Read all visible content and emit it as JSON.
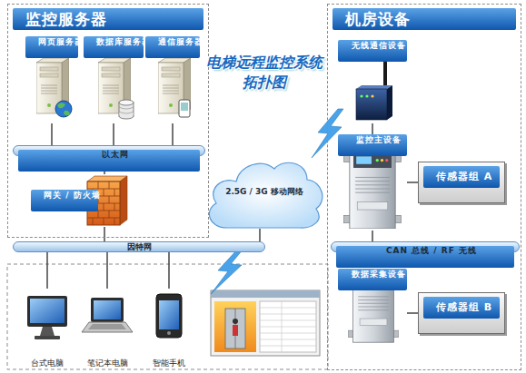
{
  "diagram": {
    "title": "电梯远程监控系统 拓扑图",
    "nodes": [
      {
        "text": [
          "监控服务器"
        ]
      },
      {
        "text": [
          "网页服务器"
        ],
        "in": 0
      },
      {
        "text": [
          "数据库服务器"
        ],
        "in": 0
      },
      {
        "text": [
          "通信服务器"
        ],
        "in": 0
      },
      {
        "text": [
          "以太网"
        ],
        "in": 0
      },
      {
        "text": [
          "网关 / 防火墙"
        ],
        "in": 0
      },
      {
        "text": [
          "因特网"
        ]
      },
      {
        "text": [
          "台式电脑"
        ]
      },
      {
        "text": [
          "笔记本电脑"
        ]
      },
      {
        "text": [
          "智能手机"
        ]
      },
      {
        "text": [
          "2.5G / 3G 移动网络"
        ]
      },
      {
        "text": [
          "机房设备"
        ]
      },
      {
        "text": [
          "无线通信设备"
        ],
        "in": 11
      },
      {
        "text": [
          "监控主设备"
        ],
        "in": 11
      },
      {
        "text": [
          "传感器组 A"
        ],
        "in": 11
      },
      {
        "text": [
          "CAN 总线 / RF 无线"
        ],
        "in": 11
      },
      {
        "text": [
          "传感器组 B"
        ],
        "in": 11
      },
      {
        "text": [
          "数据采集设备"
        ],
        "in": 11
      }
    ],
    "edges": [
      {
        "from": 1,
        "to": 4,
        "arrow": "none"
      },
      {
        "from": 2,
        "to": 4,
        "arrow": "none"
      },
      {
        "from": 3,
        "to": 4,
        "arrow": "none"
      },
      {
        "from": 4,
        "to": 5,
        "arrow": "none"
      },
      {
        "from": 5,
        "to": 6,
        "arrow": "none"
      },
      {
        "from": 6,
        "to": 10,
        "arrow": "none"
      },
      {
        "from": 6,
        "to": 7,
        "arrow": "none"
      },
      {
        "from": 6,
        "to": 8,
        "arrow": "none"
      },
      {
        "from": 6,
        "to": 9,
        "arrow": "none"
      },
      {
        "from": 12,
        "to": 13,
        "arrow": "none"
      },
      {
        "from": 13,
        "to": 14,
        "arrow": "none"
      },
      {
        "from": 13,
        "to": 15,
        "arrow": "none"
      },
      {
        "from": 15,
        "to": 17,
        "arrow": "none"
      },
      {
        "from": 17,
        "to": 16,
        "arrow": "none"
      }
    ]
  }
}
